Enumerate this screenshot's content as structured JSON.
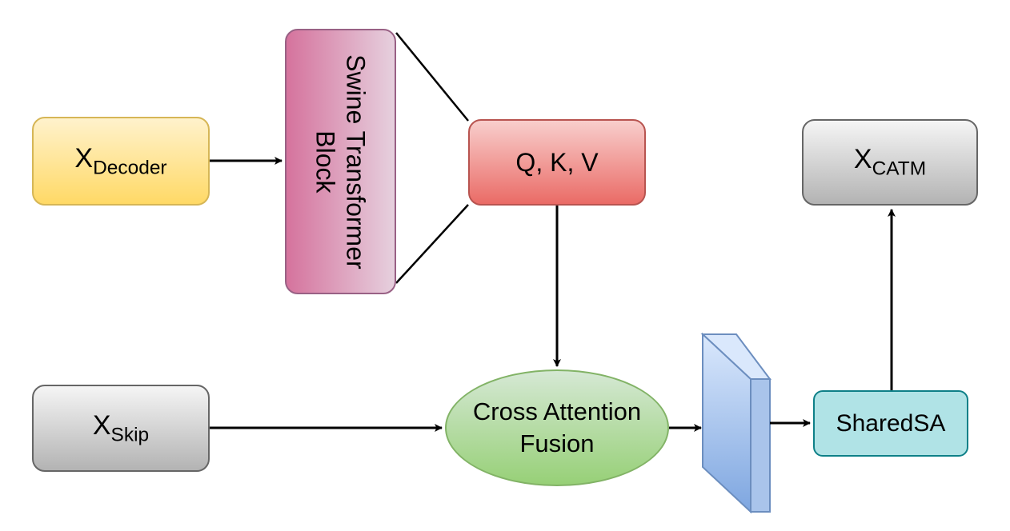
{
  "nodes": {
    "decoder": {
      "main": "X",
      "sub": "Decoder"
    },
    "skip": {
      "main": "X",
      "sub": "Skip"
    },
    "catm": {
      "main": "X",
      "sub": "CATM"
    },
    "qkv": {
      "label": "Q, K, V"
    },
    "swine": {
      "line1": "Swine Transformer",
      "line2": "Block"
    },
    "fusion": {
      "line1": "Cross Attention",
      "line2": "Fusion"
    },
    "shared": {
      "label": "SharedSA"
    }
  },
  "colors": {
    "decoder_fill": "#ffd966",
    "skip_fill": "#b3b3b3",
    "catm_fill": "#b3b3b3",
    "qkv_fill": "#ea6b66",
    "swine_fill": "#d5739d",
    "fusion_fill": "#97d077",
    "shared_fill": "#b0e3e6",
    "feature_map": "#7ea6e0"
  }
}
